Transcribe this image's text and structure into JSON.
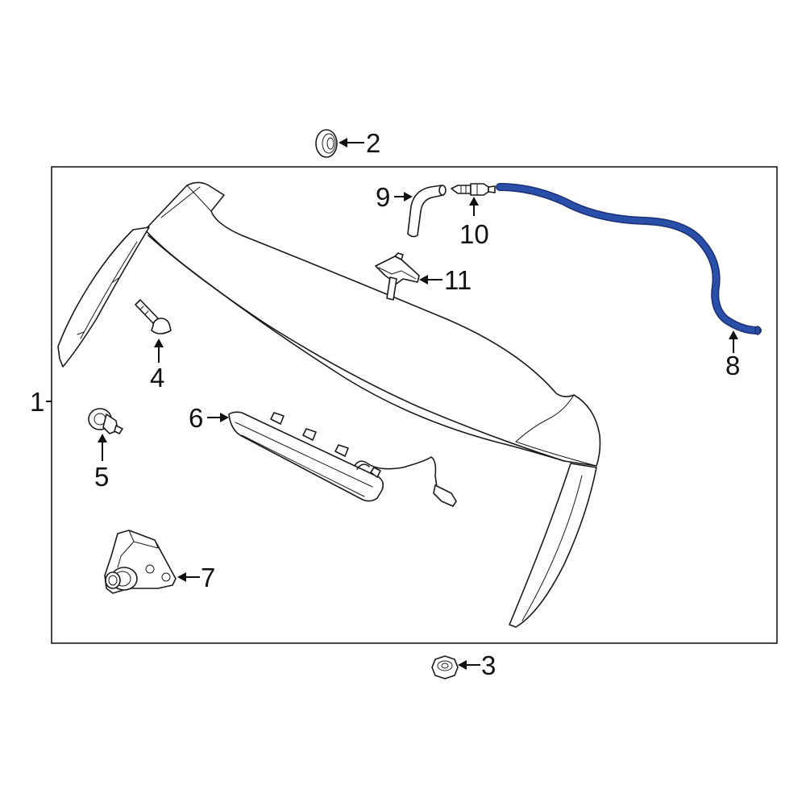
{
  "callouts": {
    "c1": "1",
    "c2": "2",
    "c3": "3",
    "c4": "4",
    "c5": "5",
    "c6": "6",
    "c7": "7",
    "c8": "8",
    "c9": "9",
    "c10": "10",
    "c11": "11"
  },
  "colors": {
    "highlight": "#2a4fa8",
    "highlight_stroke": "#1a2f78",
    "line": "#1a1a1a",
    "background": "#ffffff"
  }
}
